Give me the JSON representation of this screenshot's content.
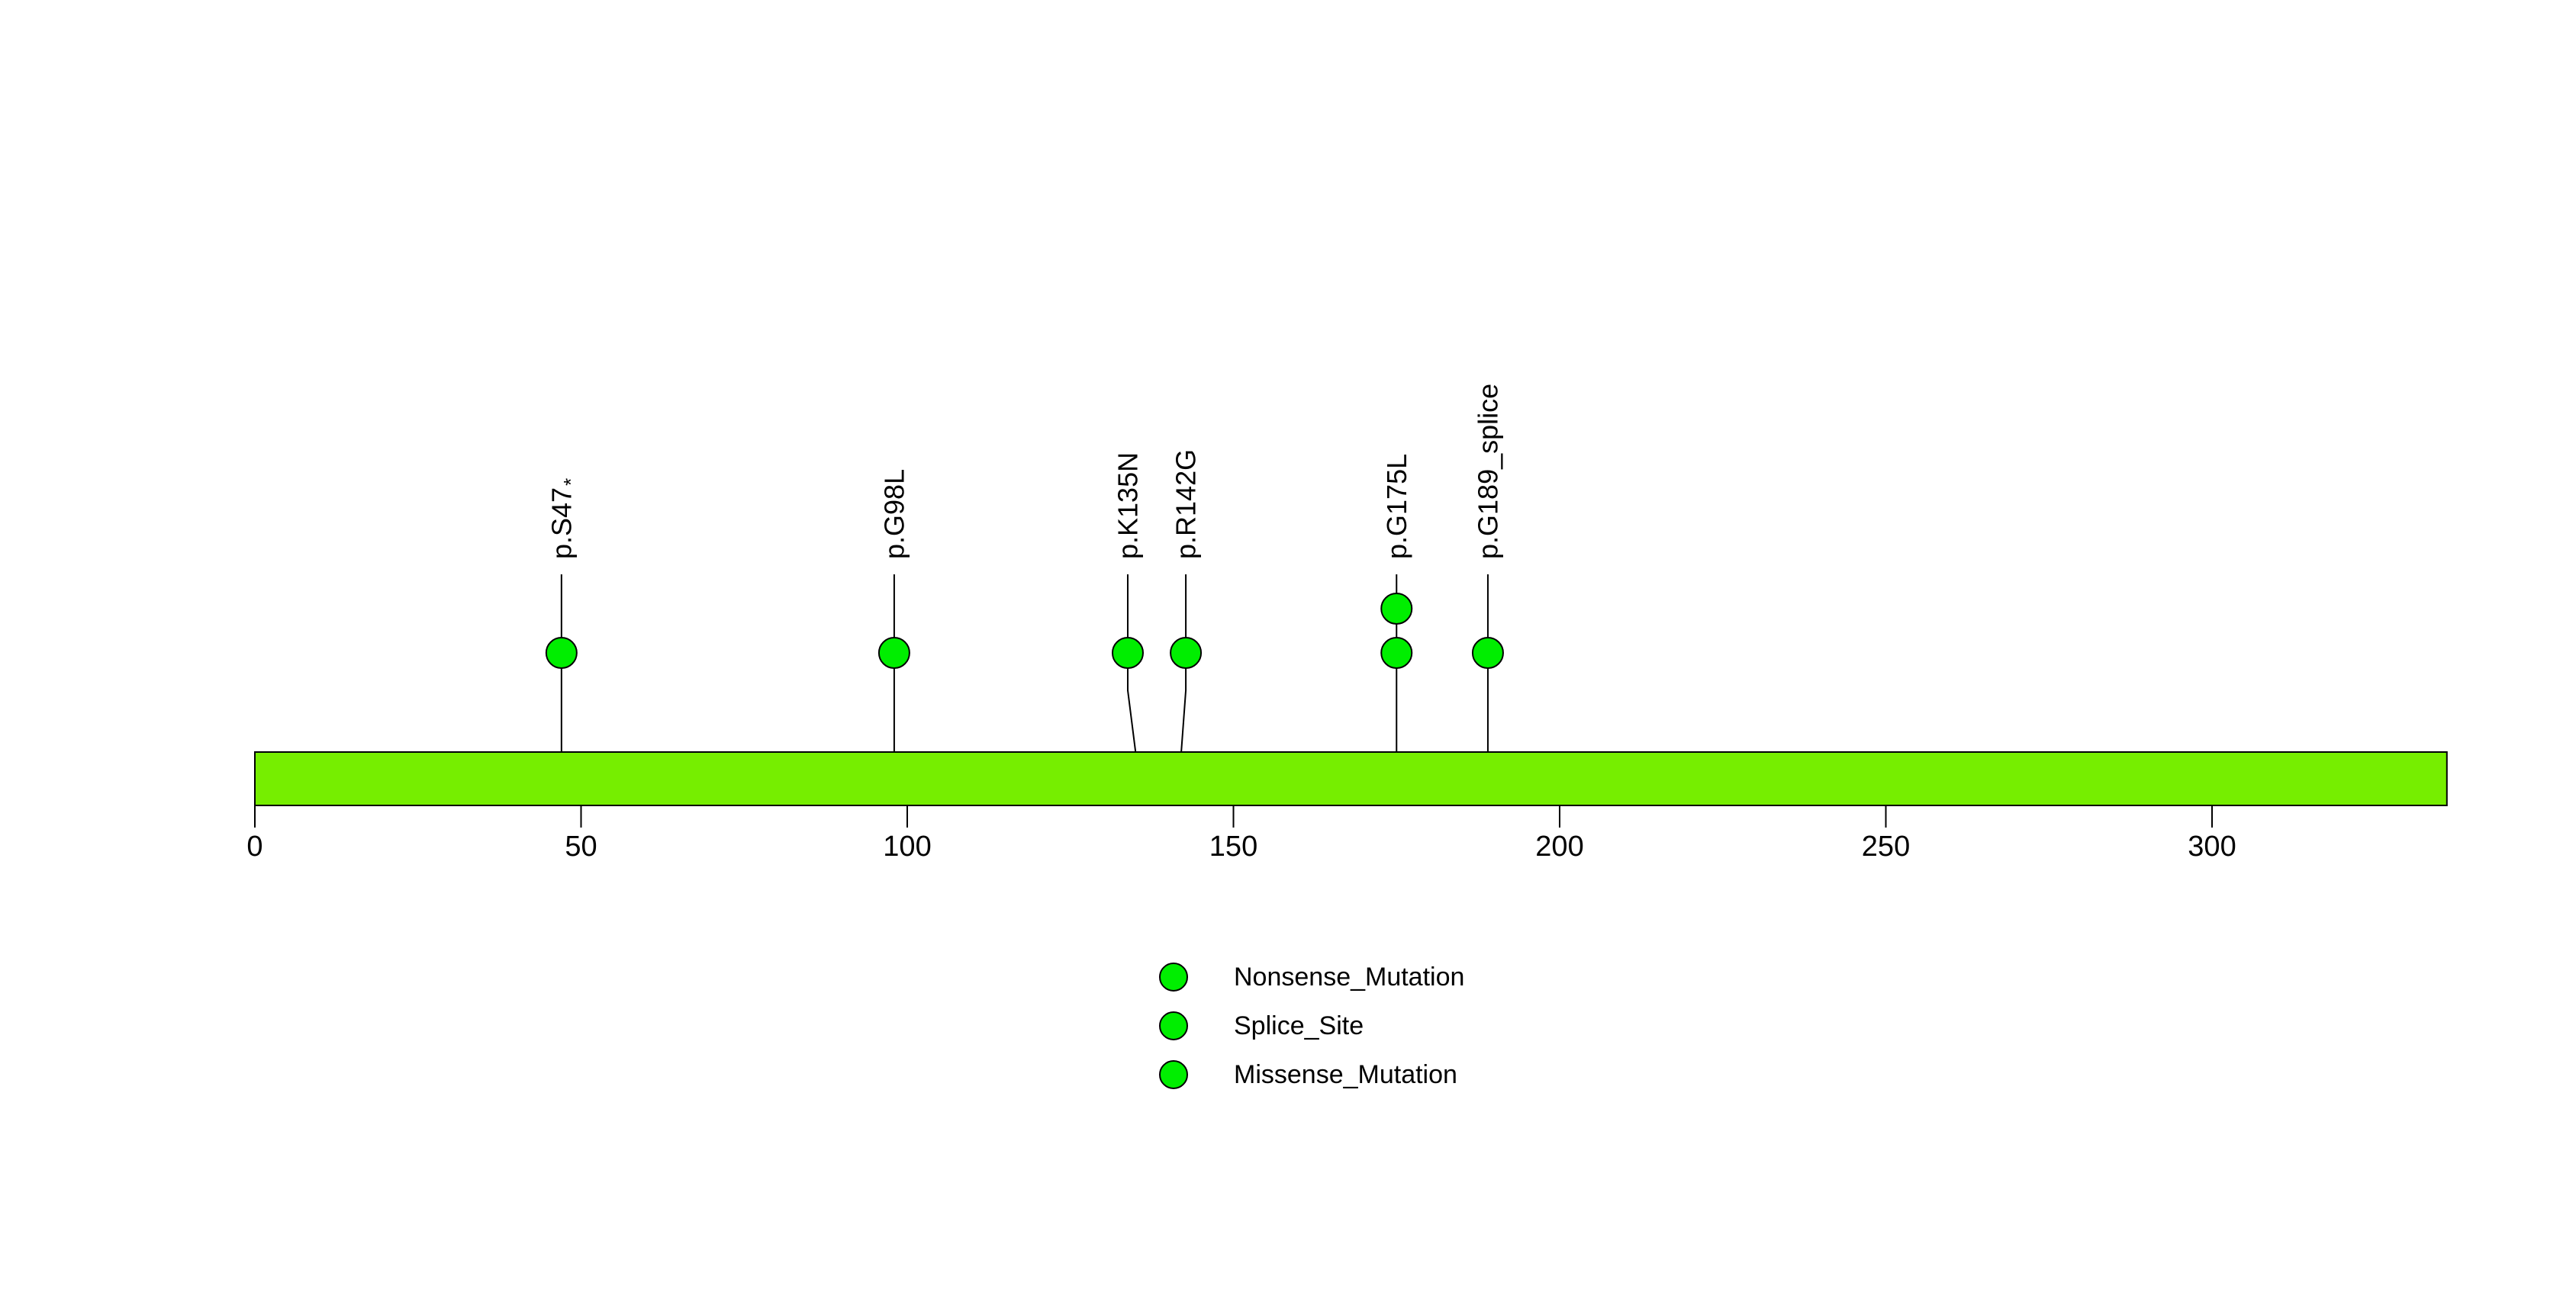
{
  "chart_data": {
    "type": "lollipop",
    "title": "",
    "xlabel": "",
    "ylabel": "",
    "xlim": [
      0,
      336
    ],
    "xticks": [
      0,
      50,
      100,
      150,
      200,
      250,
      300
    ],
    "grid": false,
    "background_color": "#FFFFFF",
    "protein_bar": {
      "start": 0,
      "end": 336,
      "fill": "#76EE00",
      "stroke": "#000000"
    },
    "marker_style": {
      "fill": "#00EE00",
      "stroke": "#000000"
    },
    "mutations": [
      {
        "label": "p.S47",
        "label_sup": "*",
        "position": 47,
        "count": 1,
        "label_offset": 0
      },
      {
        "label": "p.G98L",
        "label_sup": "",
        "position": 98,
        "count": 1,
        "label_offset": 0
      },
      {
        "label": "p.K135N",
        "label_sup": "",
        "position": 135,
        "count": 1,
        "label_offset": -1.2
      },
      {
        "label": "p.R142G",
        "label_sup": "",
        "position": 142,
        "count": 1,
        "label_offset": 0.7
      },
      {
        "label": "p.G175L",
        "label_sup": "",
        "position": 175,
        "count": 2,
        "label_offset": 0
      },
      {
        "label": "p.G189_splice",
        "label_sup": "",
        "position": 189,
        "count": 1,
        "label_offset": 0
      }
    ],
    "legend": {
      "position": "bottom-center",
      "entries": [
        {
          "label": "Nonsense_Mutation",
          "color": "#00EE00"
        },
        {
          "label": "Splice_Site",
          "color": "#00EE00"
        },
        {
          "label": "Missense_Mutation",
          "color": "#00EE00"
        }
      ]
    }
  }
}
